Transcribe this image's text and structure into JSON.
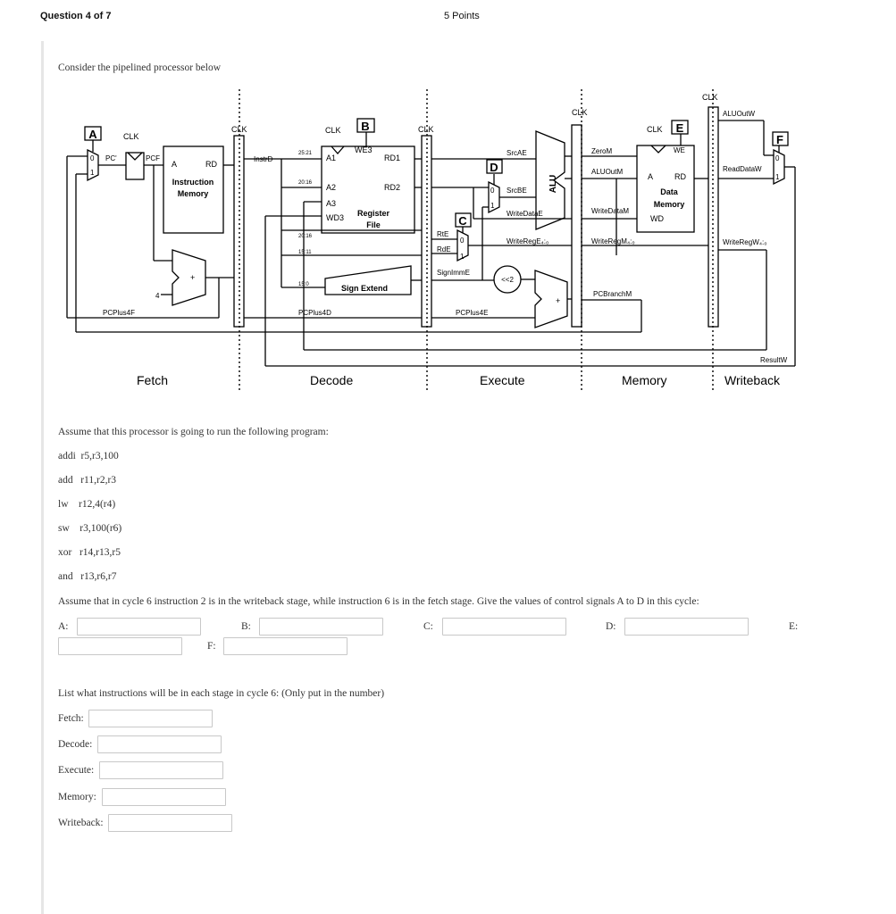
{
  "header": {
    "question": "Question 4 of 7",
    "points": "5 Points"
  },
  "intro": "Consider the pipelined processor below",
  "diagram": {
    "clk": "CLK",
    "box_letters": [
      "A",
      "B",
      "C",
      "D",
      "E",
      "F"
    ],
    "stages": [
      "Fetch",
      "Decode",
      "Execute",
      "Memory",
      "Writeback"
    ],
    "labels": {
      "pc_prime": "PC'",
      "pcf": "PCF",
      "a": "A",
      "rd": "RD",
      "imem_1": "Instruction",
      "imem_2": "Memory",
      "instrd": "InstrD",
      "bits_25_21": "25:21",
      "bits_20_16": "20:16",
      "bits_20_16b": "20:16",
      "bits_15_11": "15:11",
      "bits_15_0": "15:0",
      "a1": "A1",
      "a2": "A2",
      "a3": "A3",
      "wd3": "WD3",
      "we3": "WE3",
      "rd1": "RD1",
      "rd2": "RD2",
      "regfile_1": "Register",
      "regfile_2": "File",
      "sign_extend": "Sign Extend",
      "pcplus4f": "PCPlus4F",
      "pcplus4d": "PCPlus4D",
      "four": "4",
      "plus": "+",
      "srcae": "SrcAE",
      "srcbe": "SrcBE",
      "writedatae": "WriteDataE",
      "rte": "RtE",
      "rde": "RdE",
      "writerege": "WriteRegE₄:₀",
      "signimme": "SignImmE",
      "shl2": "<<2",
      "pcplus4e": "PCPlus4E",
      "alu": "ALU",
      "zerom": "ZeroM",
      "aluoutm": "ALUOutM",
      "writedatam": "WriteDataM",
      "writeregm": "WriteRegM₄:₀",
      "pcbranchm": "PCBranchM",
      "we": "WE",
      "dmem_1": "Data",
      "dmem_2": "Memory",
      "wd": "WD",
      "aluoutw": "ALUOutW",
      "readdataw": "ReadDataW",
      "writeregw": "WriteRegW₄:₀",
      "resultw": "ResultW",
      "zero": "0",
      "one": "1"
    }
  },
  "assume1": "Assume that this processor is going to run the following program:",
  "program": [
    "addi  r5,r3,100",
    "add   r11,r2,r3",
    "lw    r12,4(r4)",
    "sw    r3,100(r6)",
    "xor   r14,r13,r5",
    "and   r13,r6,r7"
  ],
  "assume2": "Assume that in cycle 6 instruction 2 is in the writeback stage, while instruction 6 is in the fetch stage. Give the values of control signals A to D in this cycle:",
  "signal_labels": {
    "a": "A:",
    "b": "B:",
    "c": "C:",
    "d": "D:",
    "e": "E:",
    "f": "F:"
  },
  "list_prompt": "List what instructions will be in each stage in cycle 6: (Only put in the number)",
  "stage_labels": {
    "fetch": "Fetch:",
    "decode": "Decode:",
    "execute": "Execute:",
    "memory": "Memory:",
    "writeback": "Writeback:"
  }
}
